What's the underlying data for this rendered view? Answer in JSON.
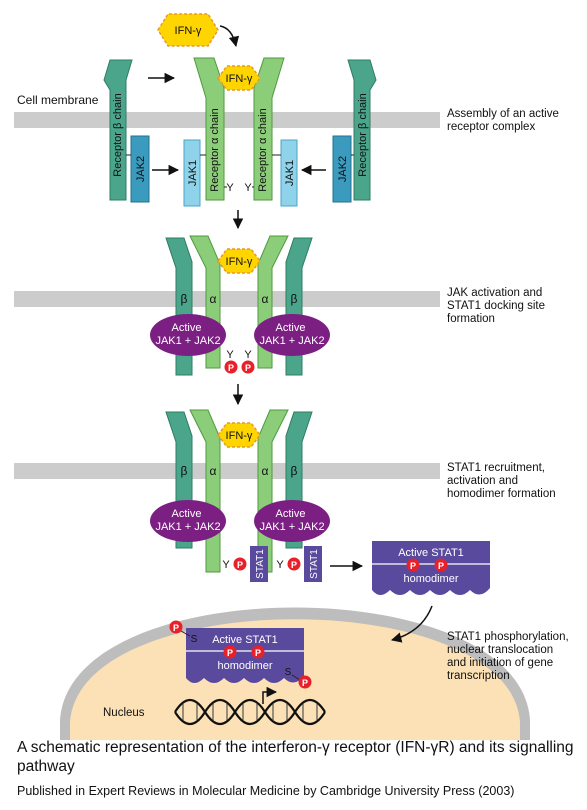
{
  "labels": {
    "cell_membrane": "Cell membrane",
    "ifn": "IFN-γ",
    "receptor_beta_chain": "Receptor β chain",
    "receptor_alpha_chain": "Receptor α chain",
    "jak1": "JAK1",
    "jak2": "JAK2",
    "tyrosine": "Y",
    "phospho": "P",
    "serine": "S",
    "alpha": "α",
    "beta": "β",
    "active": "Active",
    "jak1_jak2": "JAK1 + JAK2",
    "stat1": "STAT1",
    "active_stat1": "Active STAT1",
    "homodimer": "homodimer",
    "nucleus": "Nucleus"
  },
  "steps": {
    "step1": [
      "Assembly of an active",
      "receptor complex"
    ],
    "step2": [
      "JAK activation and",
      "STAT1 docking site",
      "formation"
    ],
    "step3": [
      "STAT1 recruitment,",
      "activation and",
      "homodimer formation"
    ],
    "step4": [
      "STAT1 phosphorylation,",
      "nuclear translocation",
      "and initiation of gene",
      "transcription"
    ]
  },
  "caption": "A schematic representation of the interferon-γ receptor (IFN-γR) and its signalling pathway",
  "credit": "Published in Expert Reviews in Molecular Medicine by Cambridge University Press (2003)",
  "colors": {
    "membrane": "#cccccc",
    "beta_chain": "#4aa58a",
    "alpha_chain": "#8ccd7a",
    "jak2": "#3a9bbf",
    "jak1": "#8fd3ea",
    "ifn": "#ffd500",
    "active_jak": "#7b1f83",
    "stat1": "#5a4a9e",
    "phospho": "#e8202a",
    "nucleus": "#fbe1b5"
  }
}
